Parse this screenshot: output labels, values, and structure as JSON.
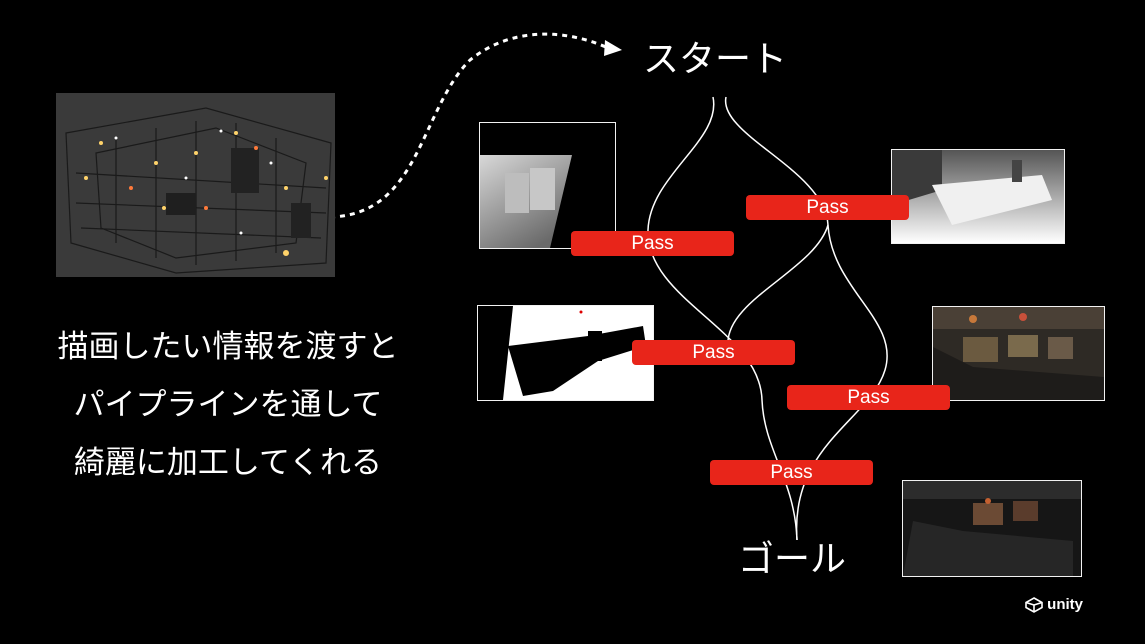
{
  "start_label": "スタート",
  "goal_label": "ゴール",
  "description": {
    "line1": "描画したい情報を渡すと",
    "line2": "パイプラインを通して",
    "line3": "綺麗に加工してくれる"
  },
  "pass_labels": [
    "Pass",
    "Pass",
    "Pass",
    "Pass",
    "Pass"
  ],
  "logo_text": "unity",
  "colors": {
    "pass_red": "#e8251a",
    "background": "#000000",
    "line": "#ffffff"
  }
}
